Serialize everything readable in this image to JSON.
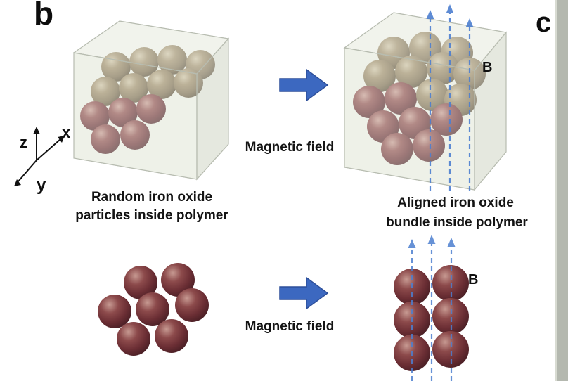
{
  "figure": {
    "panel_label_left": "b",
    "panel_label_right": "c"
  },
  "axes": {
    "z_label": "z",
    "x_label": "x",
    "y_label": "y"
  },
  "top": {
    "transform_label": "Magnetic field",
    "before_caption_line1": "Random iron oxide",
    "before_caption_line2": "particles inside polymer",
    "after_caption_line1": "Aligned iron oxide",
    "after_caption_line2": "bundle inside polymer",
    "field_symbol": "B"
  },
  "bottom": {
    "transform_label": "Magnetic field",
    "field_symbol": "B"
  },
  "colors": {
    "transform_arrow": "#3c68c0",
    "dashed_field_line": "#4d7fd0",
    "particle_maroon": "#6b2e34",
    "particle_tan": "#7a6a4e",
    "polymer_box_face": "#eef1e9",
    "page_edge_strip": "#b4b8af"
  }
}
